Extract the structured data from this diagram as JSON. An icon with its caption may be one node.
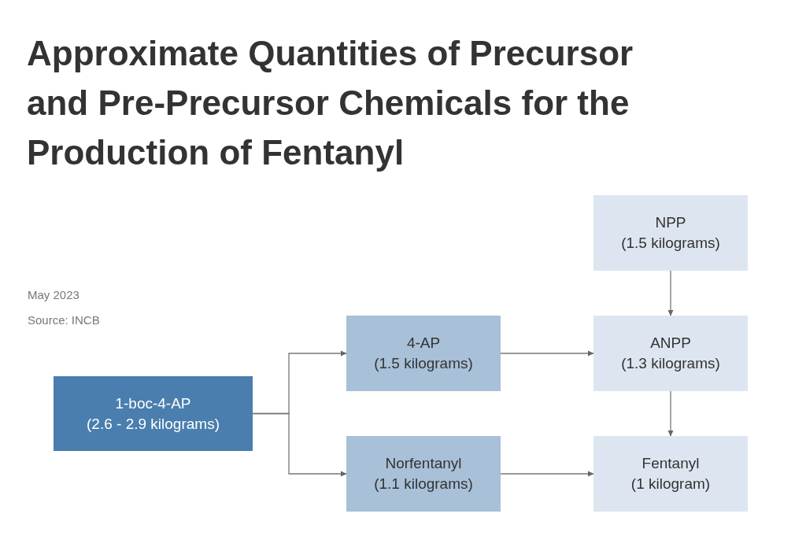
{
  "diagram": {
    "title": "Approximate Quantities of Precursor and Pre-Precursor Chemicals for the Production of Fentanyl",
    "nodes": [
      {
        "text": [
          "1-boc-4-AP",
          "(2.6 - 2.9 kilograms)"
        ]
      },
      {
        "text": [
          "4-AP",
          "(1.5 kilograms)"
        ]
      },
      {
        "text": [
          "Norfentanyl",
          "(1.1 kilograms)"
        ]
      },
      {
        "text": [
          "NPP",
          "(1.5 kilograms)"
        ]
      },
      {
        "text": [
          "ANPP",
          "(1.3 kilograms)"
        ]
      },
      {
        "text": [
          "Fentanyl",
          "(1 kilogram)"
        ]
      }
    ],
    "edges": [
      {
        "from": 0,
        "to": 1,
        "arrow": "to"
      },
      {
        "from": 0,
        "to": 2,
        "arrow": "to"
      },
      {
        "from": 1,
        "to": 4,
        "arrow": "to"
      },
      {
        "from": 2,
        "to": 5,
        "arrow": "to"
      },
      {
        "from": 3,
        "to": 4,
        "arrow": "to"
      },
      {
        "from": 4,
        "to": 5,
        "arrow": "to"
      }
    ],
    "labels": [
      "May 2023",
      "Source: INCB"
    ]
  }
}
